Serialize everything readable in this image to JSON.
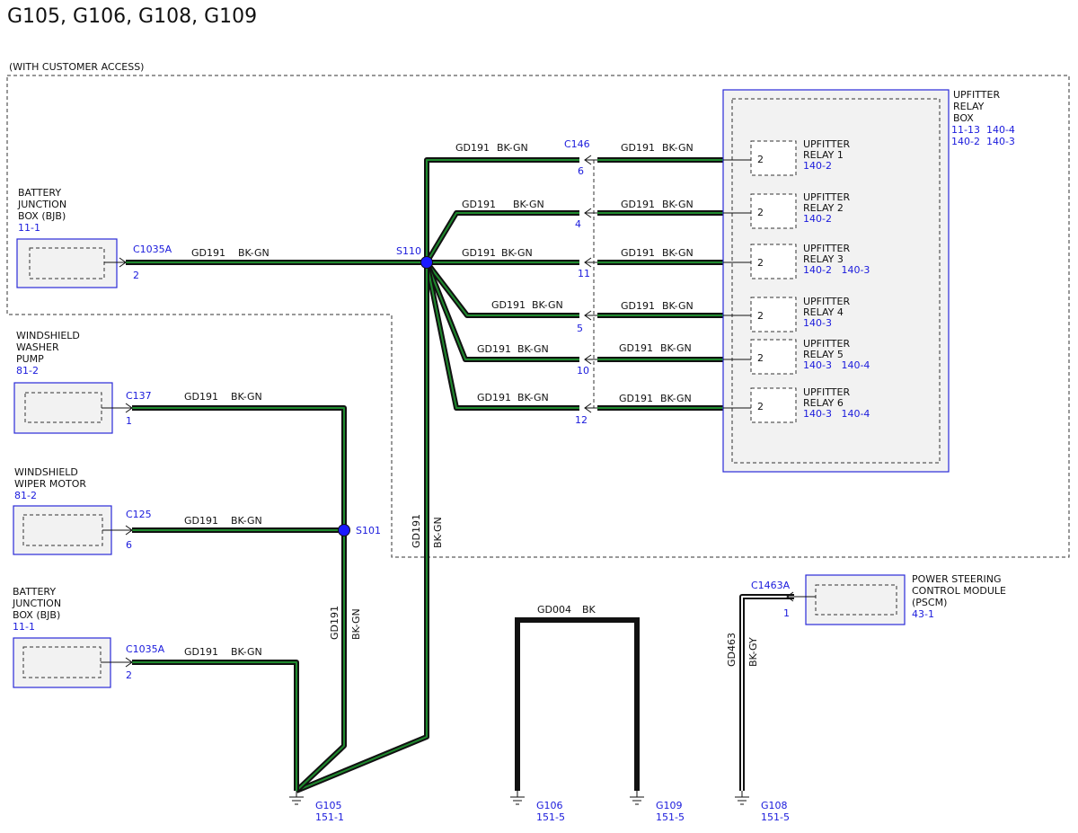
{
  "title": "G105, G106, G108, G109",
  "customer_access_label": "(WITH CUSTOMER ACCESS)",
  "bjb_top": {
    "name": [
      "BATTERY",
      "JUNCTION",
      "BOX (BJB)"
    ],
    "ref": "11-1",
    "connector": "C1035A",
    "pin": "2"
  },
  "washer_pump": {
    "name": [
      "WINDSHIELD",
      "WASHER",
      "PUMP"
    ],
    "ref": "81-2",
    "connector": "C137",
    "pin": "1"
  },
  "wiper_motor": {
    "name": [
      "WINDSHIELD",
      "WIPER MOTOR"
    ],
    "ref": "81-2",
    "connector": "C125",
    "pin": "6"
  },
  "bjb_bottom": {
    "name": [
      "BATTERY",
      "JUNCTION",
      "BOX (BJB)"
    ],
    "ref": "11-1",
    "connector": "C1035A",
    "pin": "2"
  },
  "pscm": {
    "name": [
      "POWER STEERING",
      "CONTROL MODULE",
      "(PSCM)"
    ],
    "ref": "43-1",
    "connector": "C1463A",
    "pin": "1"
  },
  "upfitter_box": {
    "name": [
      "UPFITTER",
      "RELAY",
      "BOX"
    ],
    "refs": [
      "11-13  140-4",
      "140-2  140-3"
    ],
    "connector": "C146"
  },
  "relays": [
    {
      "name": [
        "UPFITTER",
        "RELAY 1"
      ],
      "ref": "140-2",
      "pin": "2",
      "c146_pin": "6"
    },
    {
      "name": [
        "UPFITTER",
        "RELAY 2"
      ],
      "ref": "140-2",
      "pin": "2",
      "c146_pin": "4"
    },
    {
      "name": [
        "UPFITTER",
        "RELAY 3"
      ],
      "ref": "140-2   140-3",
      "pin": "2",
      "c146_pin": "11"
    },
    {
      "name": [
        "UPFITTER",
        "RELAY 4"
      ],
      "ref": "140-3",
      "pin": "2",
      "c146_pin": "5"
    },
    {
      "name": [
        "UPFITTER",
        "RELAY 5"
      ],
      "ref": "140-3   140-4",
      "pin": "2",
      "c146_pin": "10"
    },
    {
      "name": [
        "UPFITTER",
        "RELAY 6"
      ],
      "ref": "140-3   140-4",
      "pin": "2",
      "c146_pin": "12"
    }
  ],
  "splices": {
    "s110": "S110",
    "s101": "S101"
  },
  "wire_gd191": {
    "circuit": "GD191",
    "color": "BK-GN"
  },
  "wire_gd004": {
    "circuit": "GD004",
    "color": "BK"
  },
  "wire_gd463": {
    "circuit": "GD463",
    "color": "BK-GY"
  },
  "grounds": [
    {
      "id": "G105",
      "ref": "151-1"
    },
    {
      "id": "G106",
      "ref": "151-5"
    },
    {
      "id": "G109",
      "ref": "151-5"
    },
    {
      "id": "G108",
      "ref": "151-5"
    }
  ],
  "colors": {
    "wire_green": "#1f8a2e",
    "reference_blue": "#1a1adc",
    "component_border": "#2a2ad8",
    "splice": "#1a1aff"
  }
}
